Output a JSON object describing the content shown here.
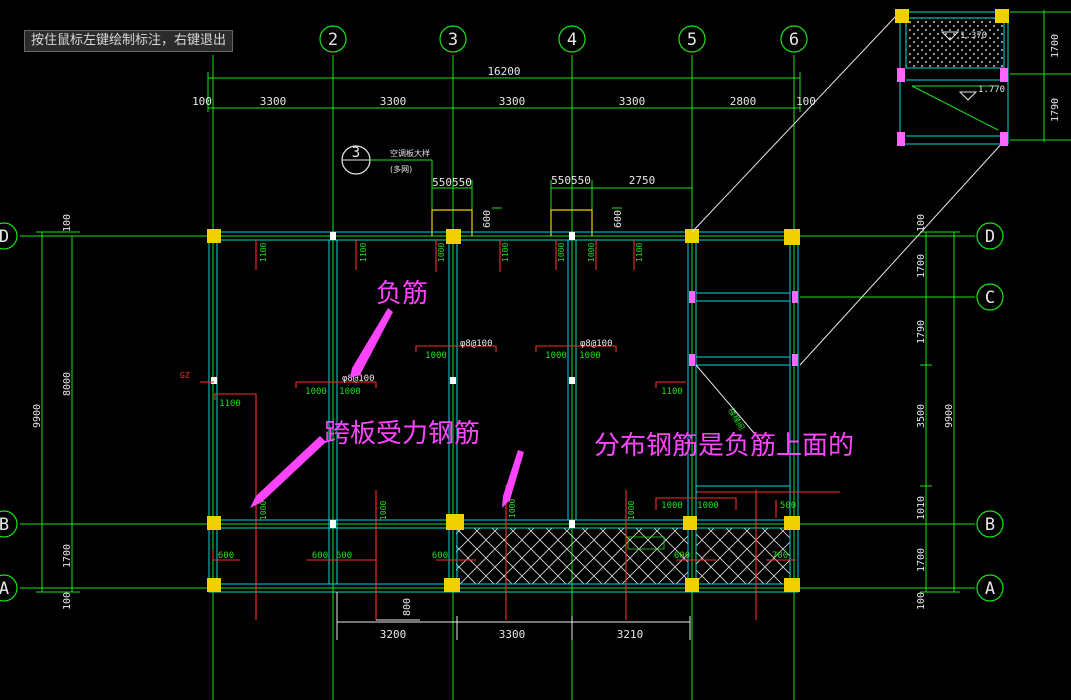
{
  "status": {
    "hint": "按住鼠标左键绘制标注，右键退出"
  },
  "colors": {
    "grid": "#19e619",
    "beam": "#00d8d8",
    "rebar": "#ff2a2a",
    "column": "#f0d000",
    "dim": "#e8e8e8",
    "annotation": "#ff44ff",
    "rebar_label": "#22dd22"
  },
  "axes": {
    "numbered": [
      "2",
      "3",
      "4",
      "5",
      "6"
    ],
    "lettered": [
      "D",
      "C",
      "B",
      "A"
    ]
  },
  "dims_top": {
    "total": "16200",
    "spans": [
      "100",
      "3300",
      "3300",
      "3300",
      "3300",
      "2800",
      "100"
    ],
    "detail_a": "550550",
    "detail_b": "550550",
    "detail_c": "2750",
    "stub_1": "600",
    "stub_2": "600"
  },
  "dims_bottom": {
    "spans": [
      "3200",
      "3300",
      "3210"
    ],
    "drop": "800"
  },
  "dims_left": {
    "total": "9900",
    "inner": "8000",
    "lower": "1700",
    "top_edge": "100",
    "bottom_edge": "100"
  },
  "dims_right": {
    "total": "9900",
    "mid": "3500",
    "spans": [
      "100",
      "1700",
      "1790",
      "1010",
      "1700",
      "100"
    ]
  },
  "inset": {
    "level_1": "1.370",
    "level_2": "1.770",
    "dim_1": "1700",
    "dim_2": "1790"
  },
  "section_mark": {
    "number": "3",
    "title": "空调板大样",
    "subtitle": "(多网)"
  },
  "rebar": {
    "len_1100": "1100",
    "len_1000": "1000",
    "len_600": "600",
    "len_500": "500",
    "len_700": "700",
    "spec_a": "φ8@100",
    "spec_b": "φ8@100",
    "spec_c": "φ8@100",
    "gz": "GZ",
    "ladder": "楼梯间",
    "mark_dot": "1000"
  },
  "annotations": {
    "negative": "负筋",
    "span_rebar": "跨板受力钢筋",
    "distribution": "分布钢筋是负筋上面的"
  }
}
